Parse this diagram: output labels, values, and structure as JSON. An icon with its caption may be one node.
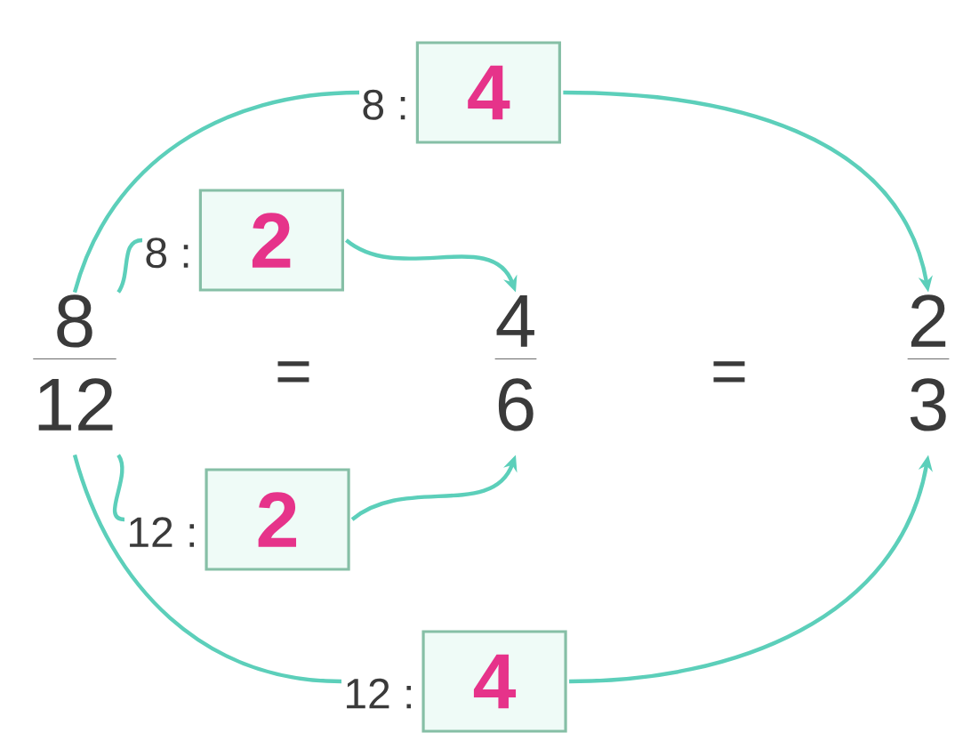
{
  "diagram": {
    "nodes": [
      {
        "text": [
          "8",
          "12"
        ]
      },
      {
        "text": [
          "4",
          "6"
        ]
      },
      {
        "text": [
          "2",
          "3"
        ]
      },
      {
        "text": [
          "4"
        ],
        "beside": [
          "8 :"
        ]
      },
      {
        "text": [
          "2"
        ],
        "beside": [
          "8 :"
        ]
      },
      {
        "text": [
          "2"
        ],
        "beside": [
          "12 :"
        ]
      },
      {
        "text": [
          "4"
        ],
        "beside": [
          "12 :"
        ]
      }
    ],
    "edges": [
      {
        "from": 0,
        "to": 3,
        "arrow": "none"
      },
      {
        "from": 3,
        "to": 2,
        "arrow": "to"
      },
      {
        "from": 0,
        "to": 4,
        "arrow": "none"
      },
      {
        "from": 4,
        "to": 1,
        "arrow": "to"
      },
      {
        "from": 0,
        "to": 5,
        "arrow": "none"
      },
      {
        "from": 5,
        "to": 1,
        "arrow": "to"
      },
      {
        "from": 0,
        "to": 6,
        "arrow": "none"
      },
      {
        "from": 6,
        "to": 2,
        "arrow": "to"
      }
    ],
    "labels": [
      "=",
      "="
    ]
  }
}
